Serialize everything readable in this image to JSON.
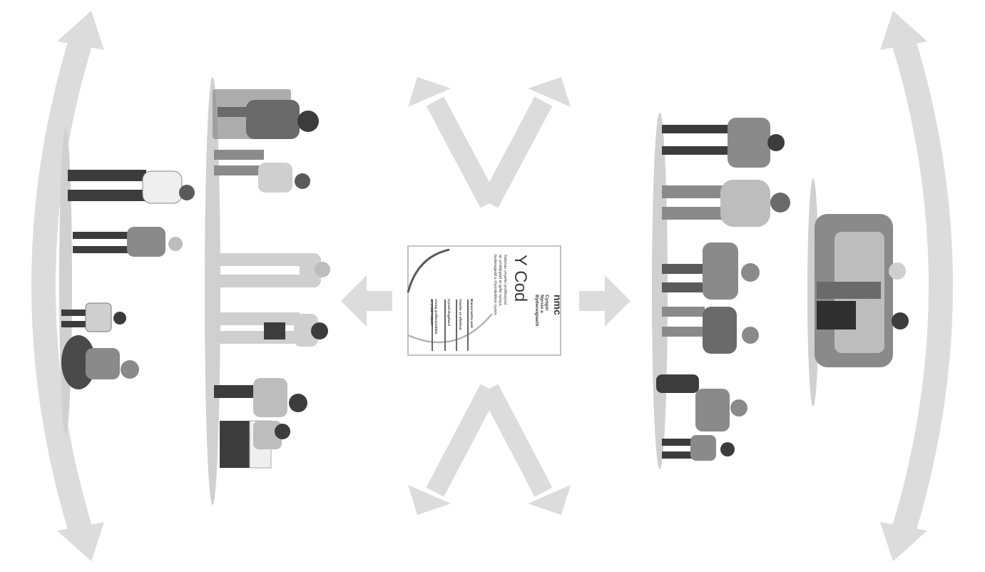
{
  "document": {
    "org_lines": [
      "Cyngor",
      "Nyrsio a",
      "Bydwreigiaeth"
    ],
    "logo_text": "nmc",
    "title": "Y Cod",
    "subtitle_lines": [
      "Safonau ymarfer proffesiynol",
      "ac ymddygiad ar gyfer nyrsys,",
      "bydwragedd a chymdeithion nyrsio"
    ],
    "sections": [
      "Blaenoriaethu pobl",
      "Ymarfer yn effeithiol",
      "Cynnal diogelwch",
      "Annog proffesiynoldeb",
      "ac ymddiriedaeth"
    ]
  },
  "colors": {
    "arrow": "#dcdcdc",
    "platform": "#d0d0d0",
    "figure_dark": "#3c3c3c",
    "figure_mid": "#8a8a8a",
    "figure_light": "#bdbdbd"
  },
  "icons": [
    "double-arrow-icon",
    "arrow-left-icon",
    "arrow-right-icon",
    "document-icon"
  ]
}
